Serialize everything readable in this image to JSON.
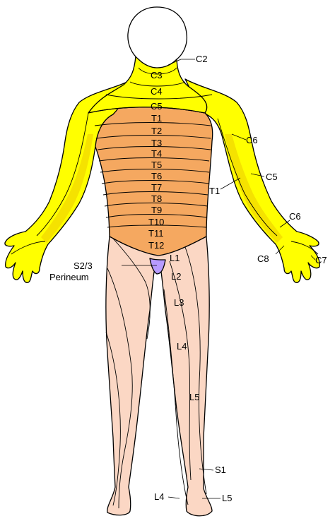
{
  "colors": {
    "cervical": "#FFFF00",
    "cervical_inner": "#F5E200",
    "thoracic": "#F5A860",
    "lumbar_sacral": "#FBD7C4",
    "perineum": "#B79BFF",
    "head": "#FFFFFF",
    "outline": "#000000"
  },
  "labels": {
    "C2": "C2",
    "C3": "C3",
    "C4": "C4",
    "C5": "C5",
    "C6_arm": "C6",
    "C5_arm": "C5",
    "T1_arm": "T1",
    "C6_hand": "C6",
    "C8": "C8",
    "C7": "C7",
    "T1": "T1",
    "T2": "T2",
    "T3": "T3",
    "T4": "T4",
    "T5": "T5",
    "T6": "T6",
    "T7": "T7",
    "T8": "T8",
    "T9": "T9",
    "T10": "T10",
    "T11": "T11",
    "T12": "T12",
    "L1": "L1",
    "L2": "L2",
    "L3": "L3",
    "L4_leg": "L4",
    "L5_leg": "L5",
    "S1": "S1",
    "L4_foot": "L4",
    "L5_foot": "L5",
    "S23": "S2/3",
    "perineum": "Perineum"
  }
}
